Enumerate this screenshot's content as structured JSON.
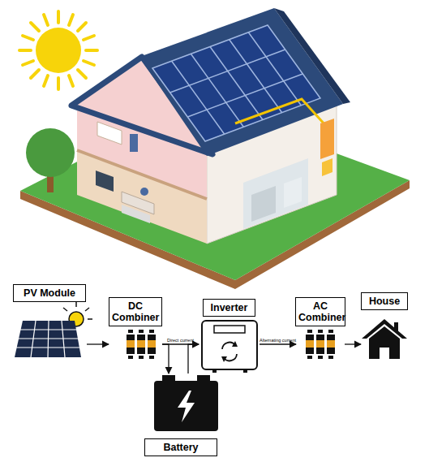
{
  "diagram": {
    "nodes": [
      {
        "text": [
          "PV Module"
        ]
      },
      {
        "text": [
          "DC Combiner"
        ]
      },
      {
        "text": [
          "Inverter"
        ]
      },
      {
        "text": [
          "AC Combiner"
        ]
      },
      {
        "text": [
          "House"
        ]
      },
      {
        "text": [
          "Battery"
        ]
      }
    ],
    "edges": [
      {
        "from": 0,
        "to": 1,
        "arrow": "to"
      },
      {
        "from": 1,
        "to": 2,
        "label": "Direct current",
        "arrow": "to"
      },
      {
        "from": 2,
        "to": 3,
        "label": "Alternating current",
        "arrow": "to"
      },
      {
        "from": 3,
        "to": 4,
        "arrow": "to"
      },
      {
        "from": 1,
        "to": 5,
        "arrow": "to"
      },
      {
        "from": 5,
        "to": 2,
        "arrow": "to"
      }
    ]
  }
}
